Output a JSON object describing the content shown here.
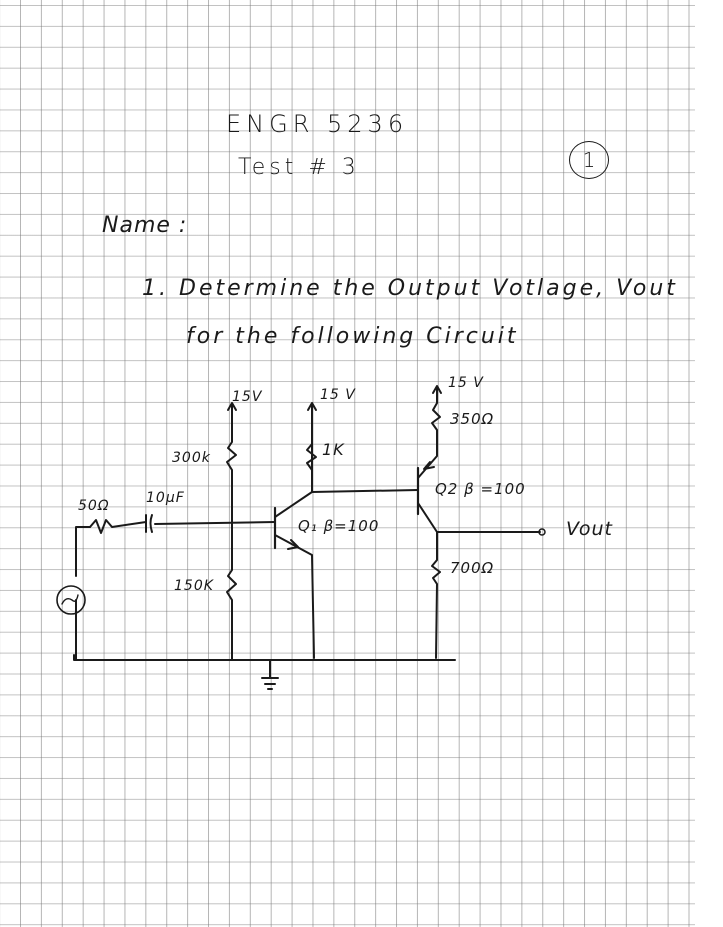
{
  "document": {
    "course": "ENGR 5236",
    "test": "Test # 3",
    "page_number": "1",
    "name_label": "Name :",
    "question": {
      "number": "1.",
      "line1": "Determine the Output Votlage, Vout",
      "line2": "for the following Circuit"
    }
  },
  "circuit": {
    "source_resistor": "50Ω",
    "coupling_capacitor": "10μF",
    "supply_1": "15V",
    "supply_2": "15 V",
    "supply_3": "15 V",
    "r_bias_top": "300k",
    "r_bias_bottom": "150K",
    "r_collector_q1": "1K",
    "r_emitter_q2": "350Ω",
    "r_load": "700Ω",
    "q1_label": "Q₁ β=100",
    "q2_label": "Q2  β =100",
    "output_label": "Vout"
  }
}
